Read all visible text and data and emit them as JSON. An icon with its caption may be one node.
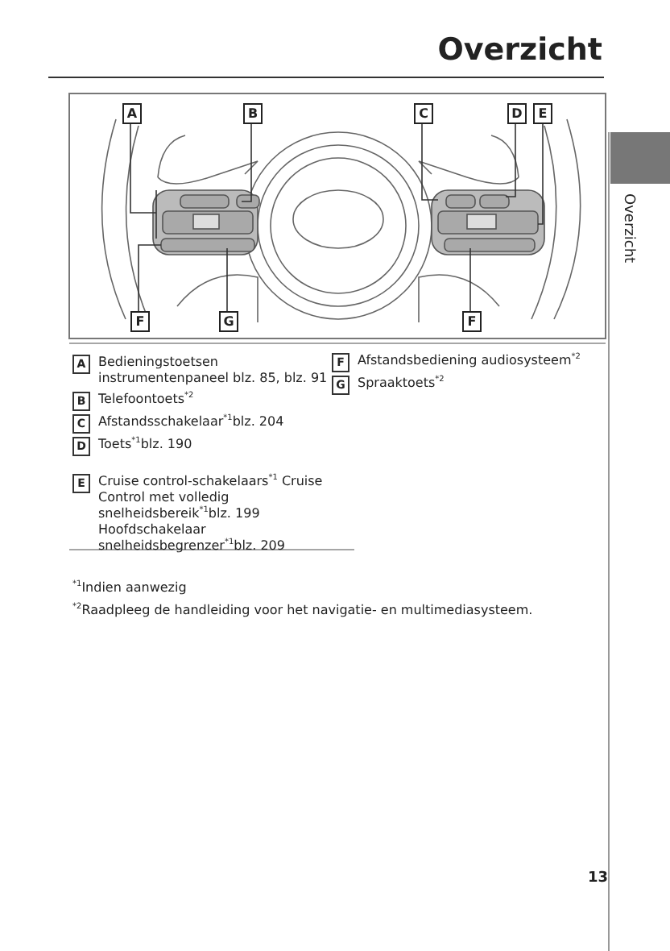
{
  "diagram": {
    "title": "Overzicht",
    "nodes": [
      {
        "text": [
          "A"
        ]
      },
      {
        "text": [
          "B"
        ]
      },
      {
        "text": [
          "C"
        ]
      },
      {
        "text": [
          "D"
        ]
      },
      {
        "text": [
          "E"
        ]
      },
      {
        "text": [
          "F"
        ]
      },
      {
        "text": [
          "G"
        ]
      },
      {
        "text": [
          "F"
        ]
      }
    ],
    "edges": [
      {
        "from": 0,
        "to": null,
        "arrow": "none"
      },
      {
        "from": 1,
        "to": null,
        "arrow": "none"
      },
      {
        "from": 2,
        "to": null,
        "arrow": "none"
      },
      {
        "from": 3,
        "to": null,
        "arrow": "none"
      },
      {
        "from": 4,
        "to": null,
        "arrow": "none"
      },
      {
        "from": 5,
        "to": null,
        "arrow": "none"
      },
      {
        "from": 6,
        "to": null,
        "arrow": "none"
      },
      {
        "from": 7,
        "to": null,
        "arrow": "none"
      }
    ],
    "labels": [
      "A",
      "Bedieningstoetsen instrumentenpaneel blz. 85, blz. 91",
      "B",
      "Telefoontoets$^{*2}$",
      "C",
      "Afstandsschakelaar$^{*1}$blz. 204",
      "D",
      "Toets$^{*1}$blz. 190",
      "E",
      "Cruise control-schakelaars$^{*1}$ Cruise Control met volledig snelheidsbereik$^{*1}$blz. 199 Hoofdschakelaar snelheidsbegrenzer$^{*1}$blz. 209",
      "F",
      "Afstandsbediening audiosysteem$^{*2}$",
      "G",
      "Spraaktoets$^{*2}$",
      "$^{*1}$Indien aanwezig",
      "$^{*2}$Raadpleeg de handleiding voor het navigatie- en multimediasysteem.",
      "13",
      "Overzicht"
    ]
  }
}
